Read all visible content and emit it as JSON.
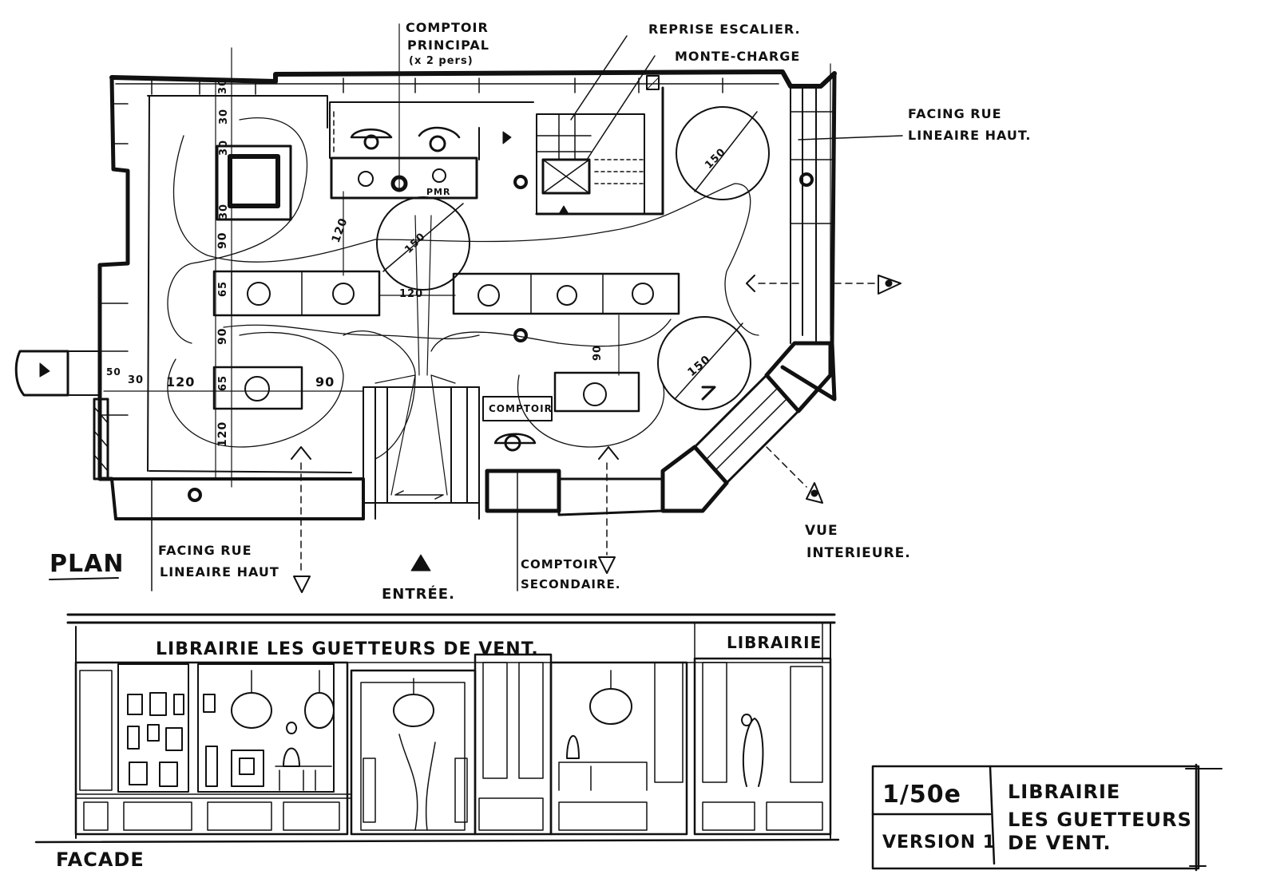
{
  "plan": {
    "title": "PLAN",
    "labels": {
      "comptoir_principal_1": "COMPTOIR",
      "comptoir_principal_2": "PRINCIPAL",
      "comptoir_principal_3": "(x 2 pers)",
      "reprise_escalier": "REPRISE ESCALIER.",
      "monte_charge": "MONTE-CHARGE",
      "facing_rue_right_1": "FACING RUE",
      "facing_rue_right_2": "LINEAIRE HAUT.",
      "facing_rue_left_1": "FACING RUE",
      "facing_rue_left_2": "LINEAIRE HAUT",
      "pmr": "PMR",
      "comptoir": "COMPTOIR",
      "comptoir_secondaire_1": "COMPTOIR",
      "comptoir_secondaire_2": "SECONDAIRE.",
      "entree": "ENTRÉE.",
      "vue_interieure_1": "VUE",
      "vue_interieure_2": "INTERIEURE."
    },
    "dimensions": {
      "d_30_top": "30",
      "d_30_b": "30",
      "d_30_c": "30",
      "d_30_d": "30",
      "d_90_left": "90",
      "d_65_left": "65",
      "d_90_left2": "90",
      "d_65_left2": "65",
      "d_120_left": "120",
      "d_120_vertical": "120",
      "d_150_top": "150",
      "d_150_right_top": "150",
      "d_150_right": "150",
      "d_120_mid": "120",
      "d_50": "50",
      "d_30_e": "30",
      "d_120_bottom": "120",
      "d_90_bottom": "90",
      "d_90_right": "90"
    }
  },
  "facade": {
    "title": "FACADE",
    "signage_main": "LIBRAIRIE  LES  GUETTEURS  DE  VENT.",
    "signage_side": "LIBRAIRIE"
  },
  "title_block": {
    "scale": "1/50e",
    "version": "VERSION 1",
    "name_1": "LIBRAIRIE",
    "name_2": "LES  GUETTEURS",
    "name_3": "DE  VENT."
  }
}
